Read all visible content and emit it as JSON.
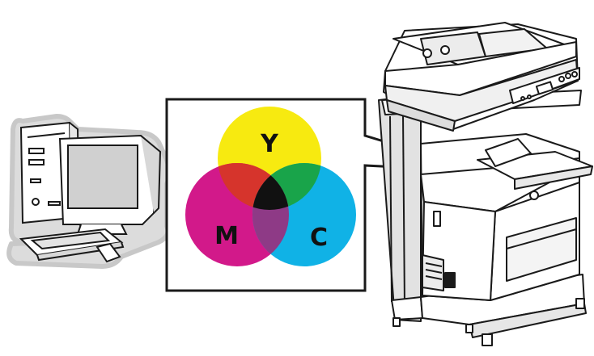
{
  "colors": {
    "yellow": "#f7ea10",
    "magenta": "#d2198a",
    "cyan": "#10b2e6",
    "red_overlap": "#d6342c",
    "green_overlap": "#19a44a",
    "blue_overlap": "#8e3a86",
    "black_center": "#111111",
    "outline": "#1a1a1a",
    "computer_glow": "#d9d9d9"
  },
  "venn": {
    "labels": {
      "yellow": "Y",
      "magenta": "M",
      "cyan": "C"
    }
  },
  "icons": {
    "computer": "desktop-computer-icon",
    "printer": "multifunction-printer-icon"
  }
}
